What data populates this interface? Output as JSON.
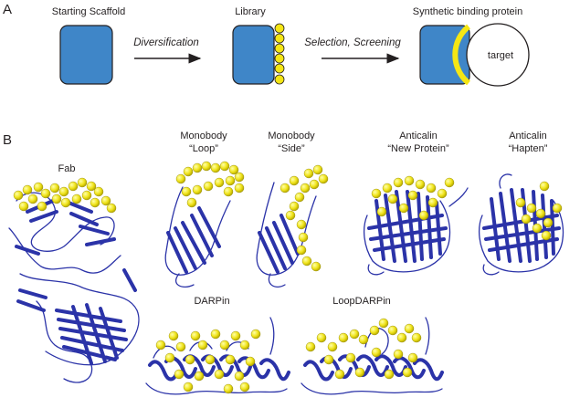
{
  "panel_a": {
    "letter": "A",
    "stage_labels": [
      "Starting Scaffold",
      "Library",
      "Synthetic binding protein"
    ],
    "arrow_labels": [
      "Diversification",
      "Selection, Screening"
    ],
    "target_label": "target",
    "colors": {
      "scaffold": "#3f86c8",
      "diversified_residue": "#f5e614",
      "target_fill": "#ffffff",
      "outline": "#231f20"
    }
  },
  "panel_b": {
    "letter": "B",
    "structures": [
      {
        "line1": "Fab",
        "line2": ""
      },
      {
        "line1": "Monobody",
        "line2": "“Loop”"
      },
      {
        "line1": "Monobody",
        "line2": "“Side”"
      },
      {
        "line1": "Anticalin",
        "line2": "“New Protein”"
      },
      {
        "line1": "Anticalin",
        "line2": "“Hapten”"
      },
      {
        "line1": "DARPin",
        "line2": ""
      },
      {
        "line1": "LoopDARPin",
        "line2": ""
      }
    ],
    "colors": {
      "ribbon": "#2b33a8",
      "residue_sphere": "#f0e41c"
    }
  }
}
